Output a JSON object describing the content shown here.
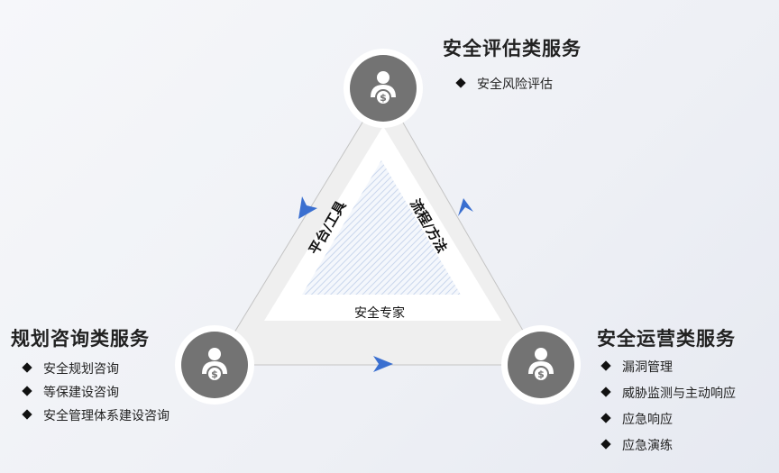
{
  "center_label": "安全专家",
  "left_edge_label": "平台/工具",
  "right_edge_label": "流程/方法",
  "icon": "person-money-icon",
  "colors": {
    "arrow": "#3a6fd0",
    "circle": "#737373",
    "band": "#efefef",
    "hatch": "#c9d6ec"
  },
  "groups": {
    "top": {
      "title": "安全评估类服务",
      "items": [
        "安全风险评估"
      ]
    },
    "left": {
      "title": "规划咨询类服务",
      "items": [
        "安全规划咨询",
        "等保建设咨询",
        "安全管理体系建设咨询"
      ]
    },
    "right": {
      "title": "安全运营类服务",
      "items": [
        "漏洞管理",
        "威胁监测与主动响应",
        "应急响应",
        "应急演练"
      ]
    }
  }
}
